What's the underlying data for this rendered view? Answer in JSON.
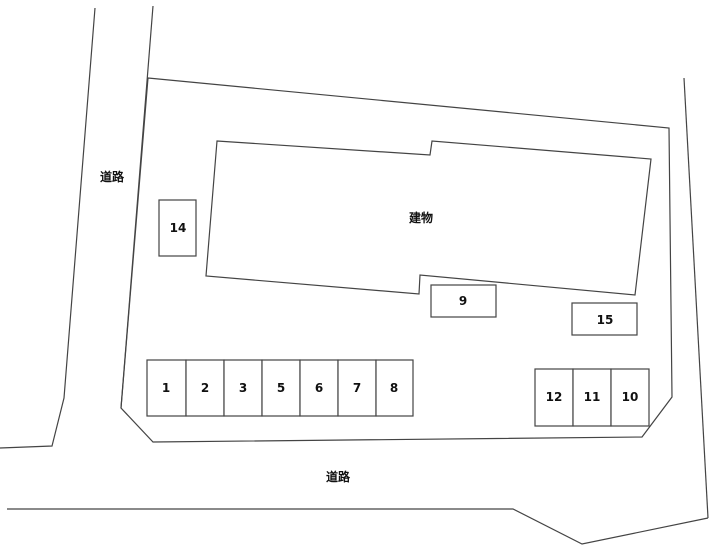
{
  "labels": {
    "road_west": "道路",
    "road_south": "道路",
    "building": "建物"
  },
  "spaces": [
    "1",
    "2",
    "3",
    "5",
    "6",
    "7",
    "8",
    "9",
    "10",
    "11",
    "12",
    "14",
    "15"
  ]
}
